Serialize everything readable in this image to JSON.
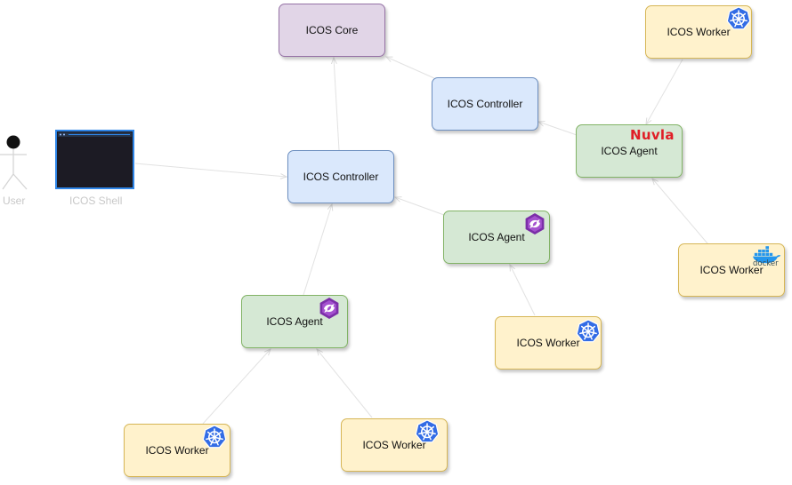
{
  "nodes": {
    "core": "ICOS Core",
    "controller_top": "ICOS Controller",
    "controller_main": "ICOS Controller",
    "agent_nuvla": "ICOS Agent",
    "agent_mid": "ICOS Agent",
    "agent_left": "ICOS Agent",
    "worker_top_right": "ICOS Worker",
    "worker_docker": "ICOS Worker",
    "worker_mid": "ICOS Worker",
    "worker_bottom_left": "ICOS Worker",
    "worker_bottom_center": "ICOS Worker"
  },
  "actor": {
    "user_label": "User",
    "shell_label": "ICOS Shell"
  },
  "logos": {
    "nuvla": "Nuvla",
    "docker": "docker"
  },
  "icons": {
    "kubernetes": "kubernetes-icon",
    "extension": "ext-icon",
    "docker": "docker-icon"
  },
  "colors": {
    "core_fill": "#e1d5e7",
    "controller_fill": "#dae8fc",
    "agent_fill": "#d5e8d4",
    "worker_fill": "#fff2cc",
    "kubernetes_blue": "#326ce5",
    "ext_purple": "#7b2fa8",
    "nuvla_red": "#e01e26",
    "docker_blue": "#2496ed",
    "edge": "#e0e0e0"
  }
}
